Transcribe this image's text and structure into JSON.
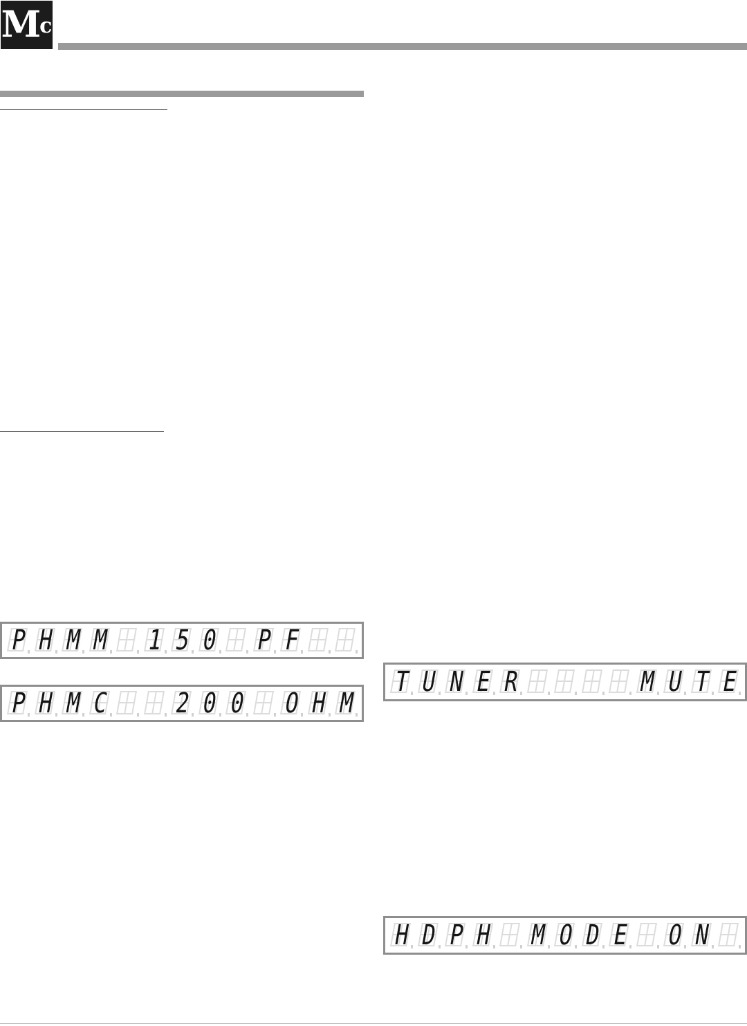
{
  "logo": {
    "letters": "M",
    "small": "c"
  },
  "displays": [
    {
      "id": "lcd-1",
      "chars": [
        "P",
        "H",
        "M",
        "M",
        " ",
        "1",
        "5",
        "0",
        " ",
        "P",
        "F",
        " ",
        " "
      ]
    },
    {
      "id": "lcd-2",
      "chars": [
        "P",
        "H",
        "M",
        "C",
        " ",
        " ",
        "2",
        "0",
        "0",
        " ",
        "O",
        "H",
        "M"
      ]
    },
    {
      "id": "lcd-3",
      "chars": [
        "T",
        "U",
        "N",
        "E",
        "R",
        " ",
        " ",
        " ",
        " ",
        "M",
        "U",
        "T",
        "E"
      ]
    },
    {
      "id": "lcd-4",
      "chars": [
        "H",
        "D",
        "P",
        "H",
        " ",
        "M",
        "O",
        "D",
        "E",
        " ",
        "O",
        "N",
        " "
      ]
    }
  ]
}
